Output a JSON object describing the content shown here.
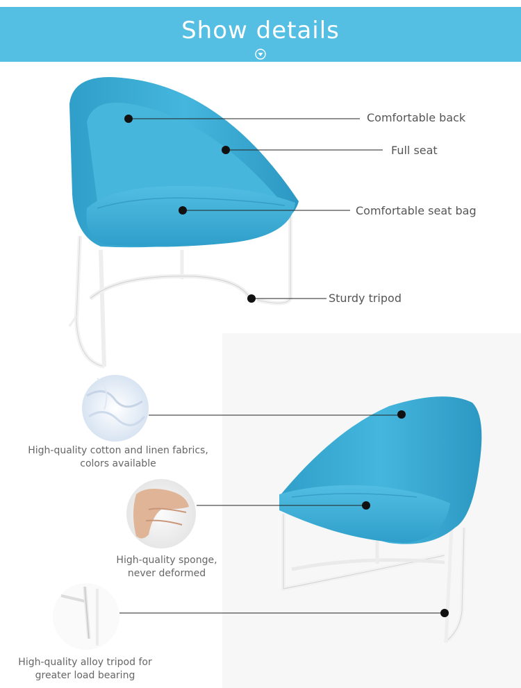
{
  "header": {
    "title": "Show details"
  },
  "callouts": {
    "back": "Comfortable back",
    "seat": "Full seat",
    "seat_bag": "Comfortable seat bag",
    "tripod": "Sturdy tripod"
  },
  "features": {
    "fabric": {
      "line1": "High-quality cotton and linen fabrics,",
      "line2": "colors available"
    },
    "sponge": {
      "line1": "High-quality sponge,",
      "line2": "never deformed"
    },
    "alloy": {
      "line1": "High-quality alloy tripod for",
      "line2": "greater load bearing"
    }
  },
  "colors": {
    "header": "#55bfe3",
    "chair": "#3aaed6",
    "chair_dark": "#2a93bd"
  }
}
